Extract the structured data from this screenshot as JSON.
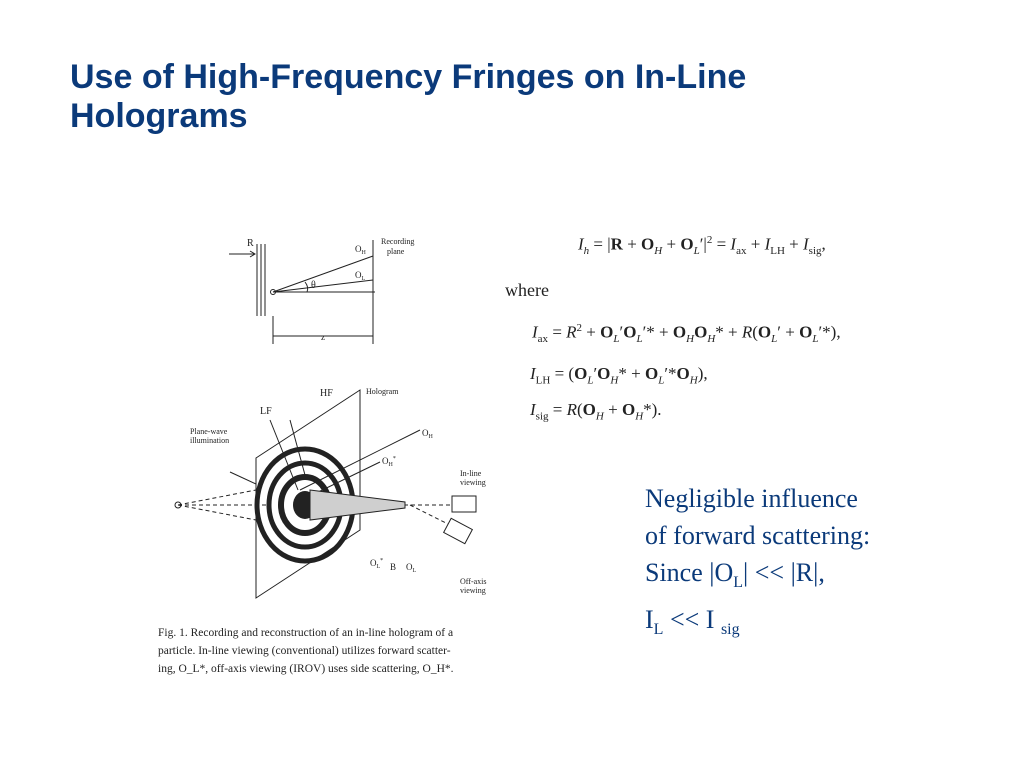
{
  "slide": {
    "title_line1": "Use of High-Frequency Fringes on In-Line",
    "title_line2": "Holograms"
  },
  "figure_top": {
    "label_R": "R",
    "label_OH": "O",
    "label_OH_sub": "H",
    "label_OL": "O",
    "label_OL_sub": "L",
    "label_theta": "θ",
    "label_recording": "Recording",
    "label_plane": "plane",
    "label_z": "z"
  },
  "figure_main": {
    "label_HF": "HF",
    "label_LF": "LF",
    "label_hologram": "Hologram",
    "label_planewave1": "Plane-wave",
    "label_planewave2": "illumination",
    "label_OH": "O",
    "label_OH_sub": "H",
    "label_OHstar": "O",
    "label_OHstar_sub": "H",
    "label_OHstar_sup": "*",
    "label_inline1": "In-line",
    "label_inline2": "viewing",
    "label_offaxis1": "Off-axis",
    "label_offaxis2": "viewing",
    "label_OLstar": "O",
    "label_OLstar_sub": "L",
    "label_OLstar_sup": "*",
    "label_B": "B",
    "label_OL": "O",
    "label_OL_sub": "L"
  },
  "caption": {
    "line1": "Fig. 1.   Recording and reconstruction of an in-line hologram of a",
    "line2": "particle.   In-line viewing (conventional) utilizes forward scatter-",
    "line3": "ing, O_L*, off-axis viewing (IROV) uses side scattering, O_H*."
  },
  "equations": {
    "where": "where"
  },
  "note": {
    "line1": "Negligible influence",
    "line2": "of forward scattering:",
    "line3_a": "Since |O",
    "line3_sub": "L",
    "line3_b": "| << |R|,",
    "line4_a": "I",
    "line4_sub1": "L",
    "line4_b": " << I ",
    "line4_sub2": "sig"
  }
}
